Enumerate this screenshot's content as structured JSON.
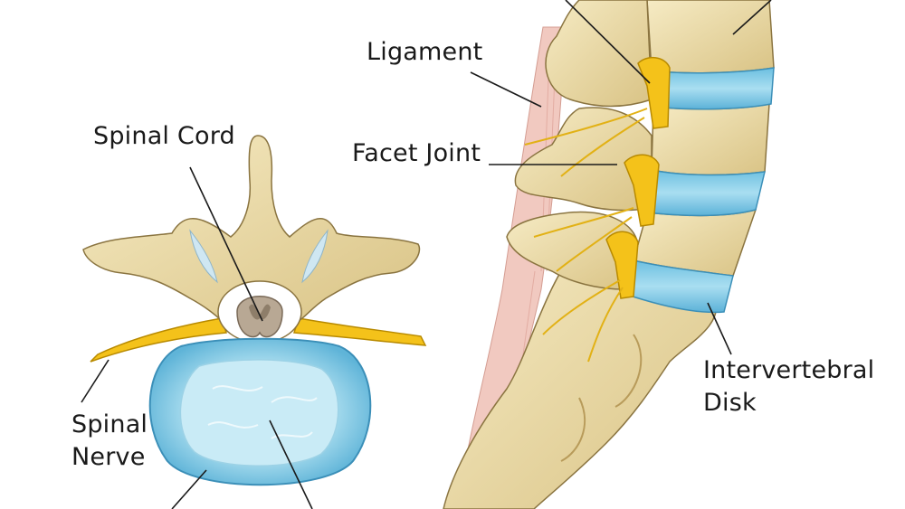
{
  "labels": {
    "ligament": "Ligament",
    "spinal_cord": "Spinal Cord",
    "facet_joint": "Facet Joint",
    "intervertebral_disk_line1": "Intervertebral",
    "intervertebral_disk_line2": "Disk",
    "spinal_nerve_line1": "Spinal",
    "spinal_nerve_line2": "Nerve"
  },
  "colors": {
    "bone": "#ecdca8",
    "bone_shadow": "#c9b070",
    "bone_outline": "#8a7440",
    "disk_blue": "#8fd0e8",
    "disk_blue_dark": "#4fa9cf",
    "nerve_yellow": "#f4c21a",
    "nerve_outline": "#b88a00",
    "ligament_pink": "#f1c9c0",
    "cord_grey": "#b8a894",
    "leader_line": "#1a1a1a"
  }
}
